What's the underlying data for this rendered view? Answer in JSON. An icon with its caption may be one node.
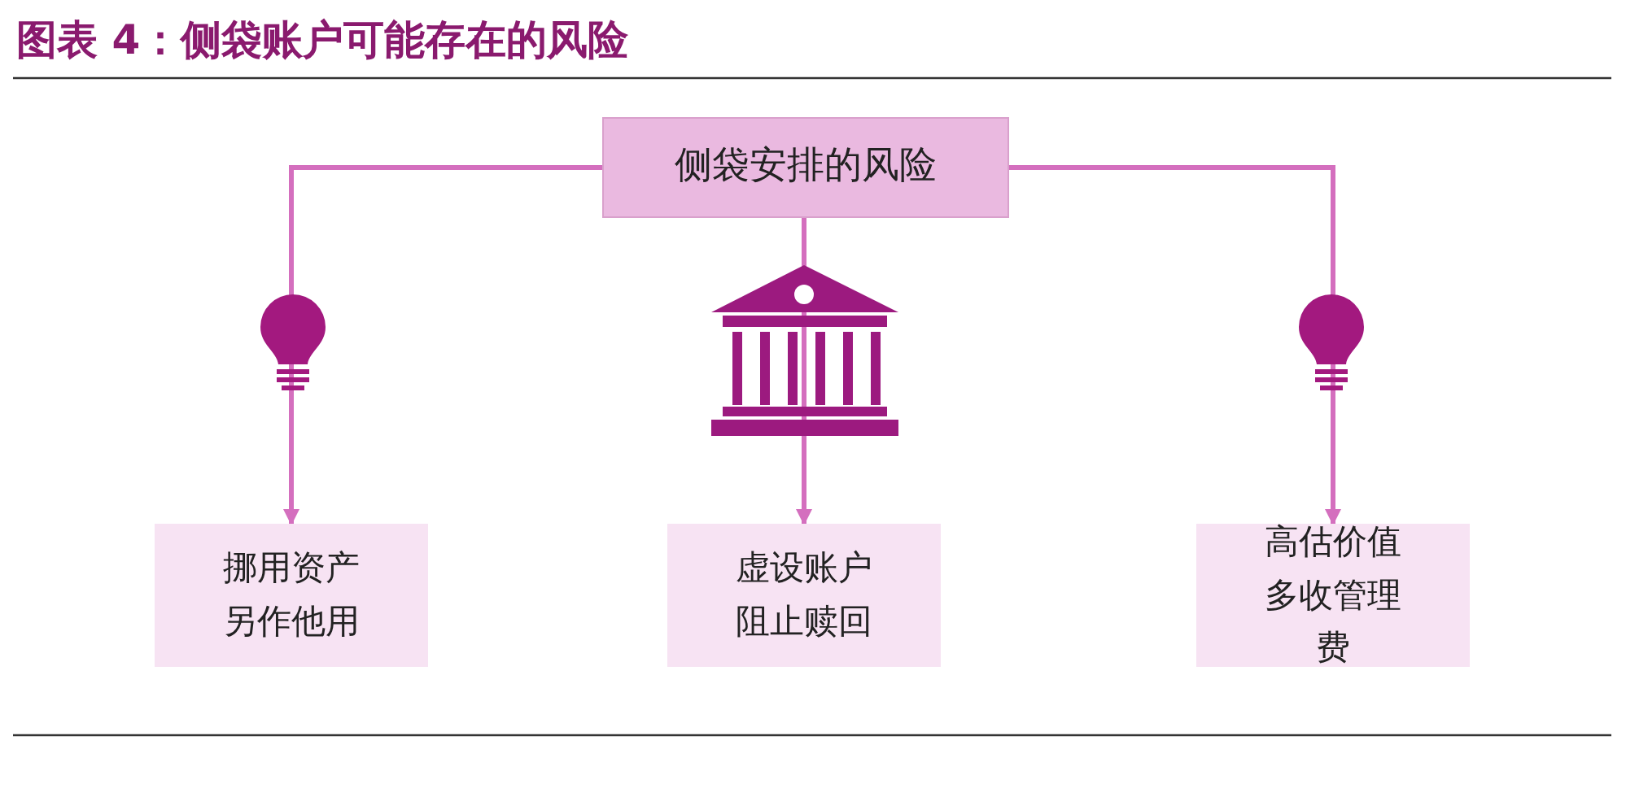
{
  "diagram": {
    "title": "图表 4：侧袋账户可能存在的风险",
    "nodes": [
      {
        "text": [
          "侧袋安排的风险"
        ]
      },
      {
        "text": [
          "挪用资产另作他用"
        ]
      },
      {
        "text": [
          "虚设账户阻止赎回"
        ]
      },
      {
        "text": [
          "高估价值多收管理费"
        ]
      }
    ],
    "edges": [
      {
        "from": 0,
        "to": 1,
        "arrow": "to"
      },
      {
        "from": 0,
        "to": 2,
        "arrow": "to"
      },
      {
        "from": 0,
        "to": 3,
        "arrow": "to"
      }
    ]
  }
}
